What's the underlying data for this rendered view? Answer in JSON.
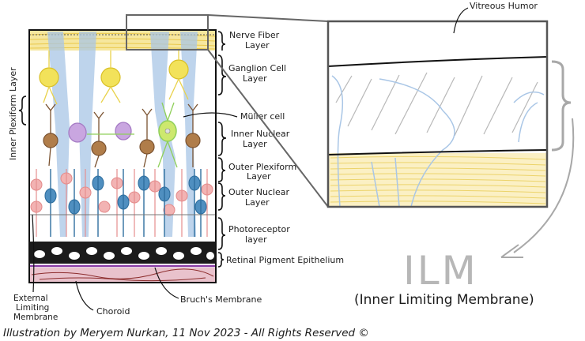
{
  "labels": {
    "vitreous_humor": "Vitreous Humor",
    "nerve_fiber_line1": "Nerve Fiber",
    "nerve_fiber_line2": "Layer",
    "ganglion_line1": "Ganglion Cell",
    "ganglion_line2": "Layer",
    "muller": "Müller cell",
    "inner_nuclear_line1": "Inner Nuclear",
    "inner_nuclear_line2": "Layer",
    "outer_plexiform_line1": "Outer Plexiform",
    "outer_plexiform_line2": "Layer",
    "outer_nuclear_line1": "Outer Nuclear",
    "outer_nuclear_line2": "Layer",
    "photoreceptor_line1": "Photoreceptor",
    "photoreceptor_line2": "layer",
    "rpe": "Retinal Pigment Epithelium",
    "inner_plexiform": "Inner Plexiform Layer",
    "external_limiting_line1": "External",
    "external_limiting_line2": "Limiting",
    "external_limiting_line3": "Membrane",
    "choroid": "Choroid",
    "bruchs": "Bruch's Membrane",
    "ilm_abbrev": "ILM",
    "ilm_full": "(Inner Limiting Membrane)",
    "credit": "Illustration by Meryem Nurkan, 11 Nov 2023 - All Rights Reserved ©"
  },
  "colors": {
    "nerve_fiber": "#f3dc7a",
    "ganglion_cell": "#f2e25a",
    "muller_cell": "#a9c6e6",
    "amacrine_cell": "#a57ac4",
    "bipolar_cell": "#9c6a3c",
    "horizontal_cell": "#8fcf5a",
    "rod_cell": "#e58e8e",
    "cone_cell": "#2f6f9f",
    "choroid": "#e9c2cc",
    "bruchs_membrane": "#8a3da6",
    "vessel": "#8c2d2d",
    "ilm_line": "#111111",
    "arrow": "#a8a8a8"
  }
}
